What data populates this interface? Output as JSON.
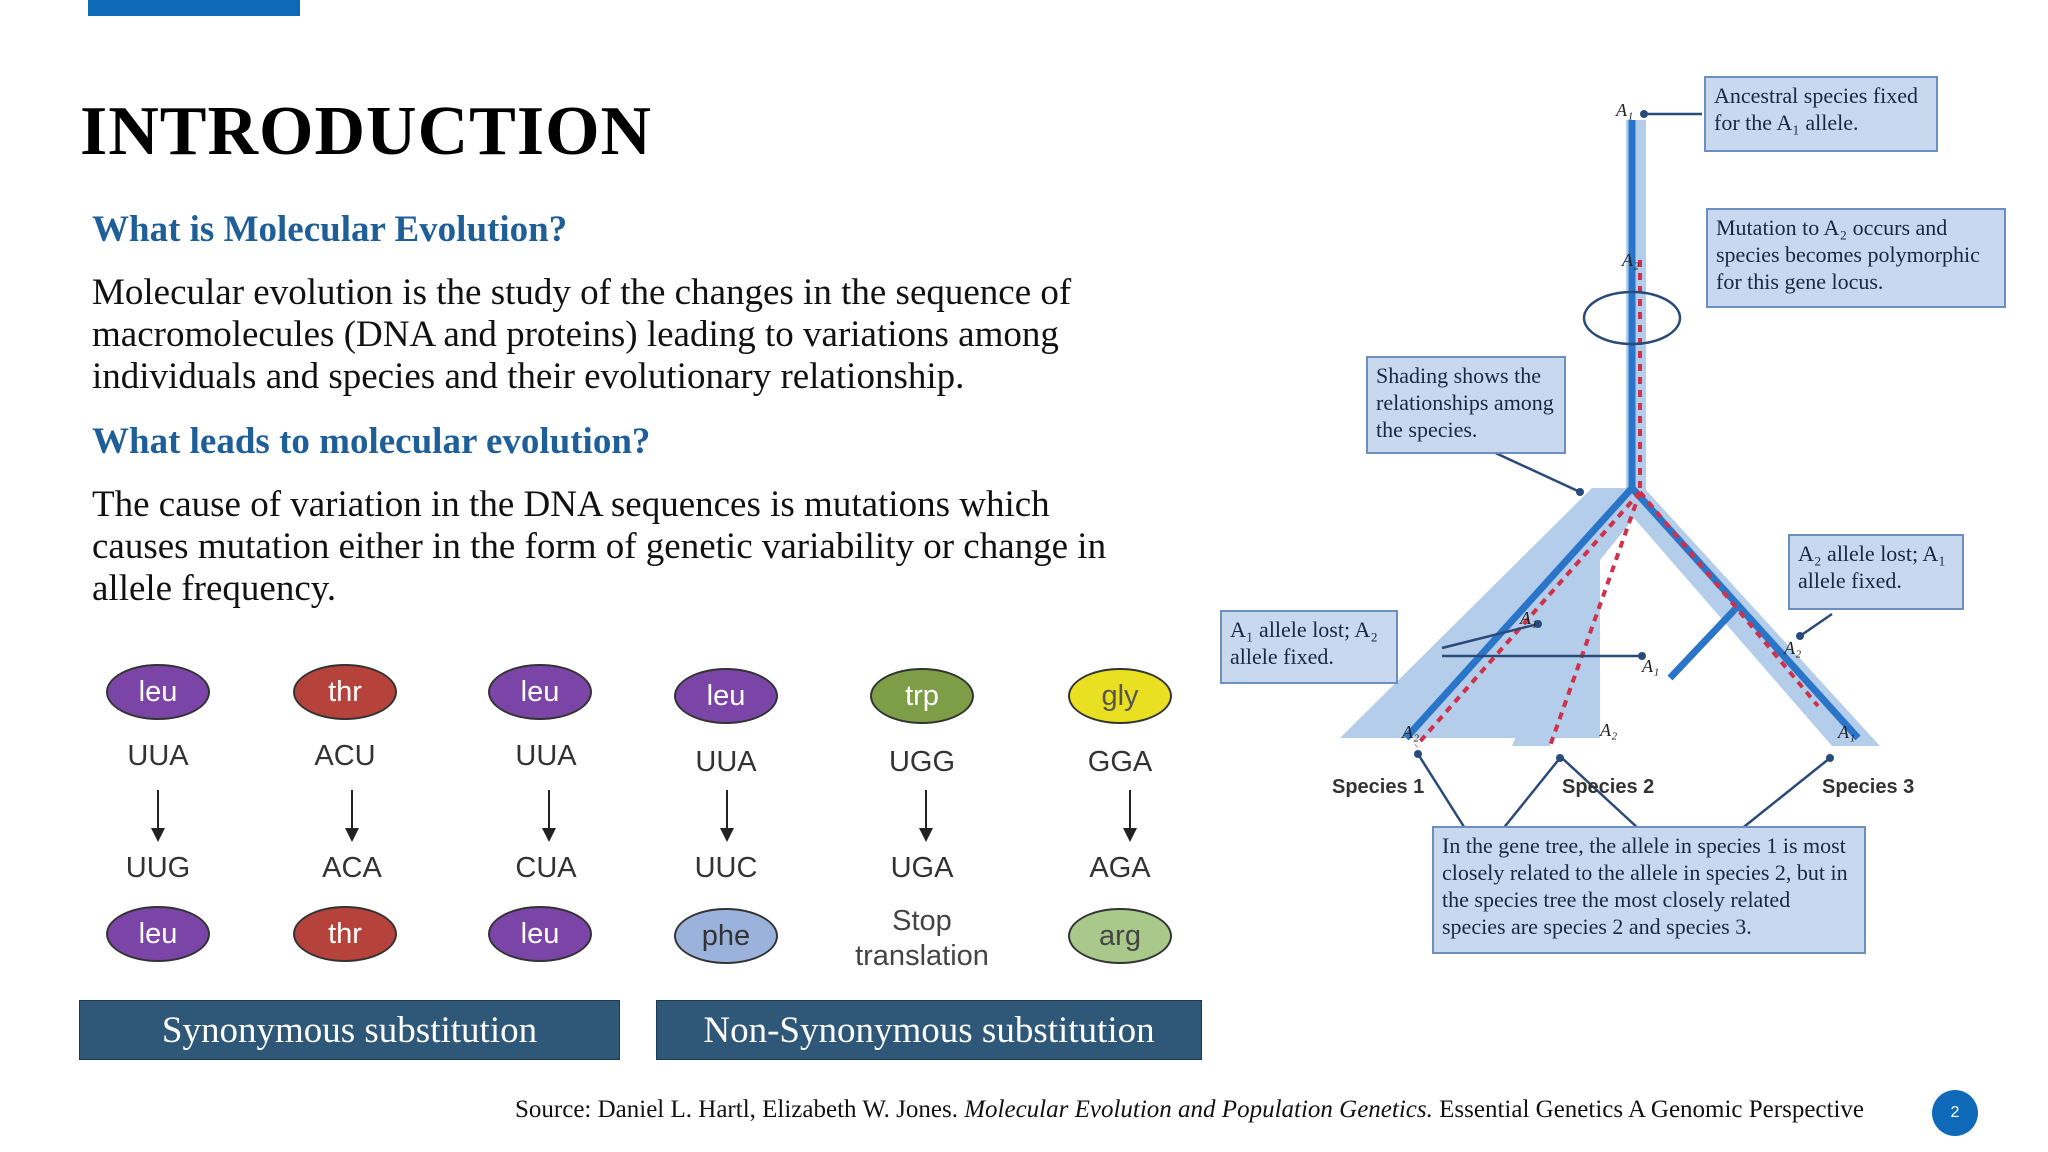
{
  "slide": {
    "title": "INTRODUCTION",
    "q1": "What is Molecular Evolution?",
    "p1": "Molecular evolution is the study of the changes in the sequence of macromolecules (DNA and proteins) leading to variations among individuals and species and their evolutionary relationship.",
    "q2": "What leads to molecular evolution?",
    "p2": "The cause of variation in the DNA sequences is mutations which causes mutation either in the form of genetic variability or change in allele frequency.",
    "page_number": "2"
  },
  "codon_columns": [
    {
      "top_aa": "leu",
      "top_color": "#7b45a8",
      "top_codon": "UUA",
      "bottom_codon": "UUG",
      "bottom_aa": "leu",
      "bottom_color": "#7b45a8"
    },
    {
      "top_aa": "thr",
      "top_color": "#b5423b",
      "top_codon": "ACU",
      "bottom_codon": "ACA",
      "bottom_aa": "thr",
      "bottom_color": "#b5423b"
    },
    {
      "top_aa": "leu",
      "top_color": "#7b45a8",
      "top_codon": "UUA",
      "bottom_codon": "CUA",
      "bottom_aa": "leu",
      "bottom_color": "#7b45a8"
    },
    {
      "top_aa": "leu",
      "top_color": "#7b45a8",
      "top_codon": "UUA",
      "bottom_codon": "UUC",
      "bottom_aa": "phe",
      "bottom_color": "#9bb3dc"
    },
    {
      "top_aa": "trp",
      "top_color": "#7d9e46",
      "top_codon": "UGG",
      "bottom_codon": "UGA",
      "bottom_aa": "",
      "bottom_text": "Stop translation",
      "bottom_color": ""
    },
    {
      "top_aa": "gly",
      "top_color": "#e8e020",
      "top_codon": "GGA",
      "bottom_codon": "AGA",
      "bottom_aa": "arg",
      "bottom_color": "#a8c98a"
    }
  ],
  "labels": {
    "synonymous": "Synonymous substitution",
    "non_synonymous": "Non-Synonymous substitution"
  },
  "source": {
    "prefix": "Source: Daniel L. Hartl, Elizabeth W. Jones",
    "sep": ". ",
    "title": "Molecular Evolution and Population Genetics.",
    "suffix": " Essential Genetics A Genomic Perspective"
  },
  "figure": {
    "box_ancestral": "Ancestral species fixed for the A₁ allele.",
    "box_mutation": "Mutation to A₂ occurs and species becomes polymorphic for this gene locus.",
    "box_shading": "Shading shows the relationships among the species.",
    "box_a1_lost": "A₁ allele lost; A₂ allele fixed.",
    "box_a2_lost": "A₂ allele lost; A₁ allele fixed.",
    "box_gene_tree": "In the gene tree, the allele in species 1 is most closely related to the allele in species 2, but in the species tree the most closely related species are species 2 and species 3.",
    "species1": "Species 1",
    "species2": "Species 2",
    "species3": "Species 3",
    "a1": "A₁",
    "a2": "A₂"
  }
}
